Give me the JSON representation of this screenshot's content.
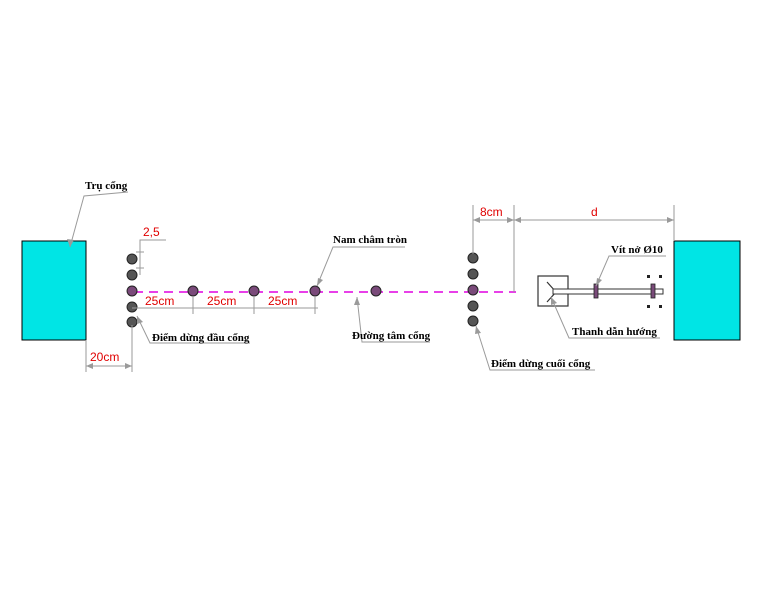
{
  "labels": {
    "pillar": "Trụ cổng",
    "start_stop": "Điểm dừng đầu cổng",
    "magnet": "Nam châm tròn",
    "centerline": "Đường tâm cổng",
    "end_stop": "Điểm dừng cuối cổng",
    "expansion_screw": "Vít nở Ø10",
    "guide_bar": "Thanh dẫn hướng"
  },
  "dimensions": {
    "gap_20": "20cm",
    "spacing_2_5": "2,5",
    "spacing_25_a": "25cm",
    "spacing_25_b": "25cm",
    "spacing_25_c": "25cm",
    "gap_8": "8cm",
    "gap_d": "d"
  },
  "colors": {
    "pillar_fill": "#00e5e5",
    "centerline": "#e000e0",
    "dimension_text": "#e00000",
    "leader": "#9a9a9a"
  }
}
